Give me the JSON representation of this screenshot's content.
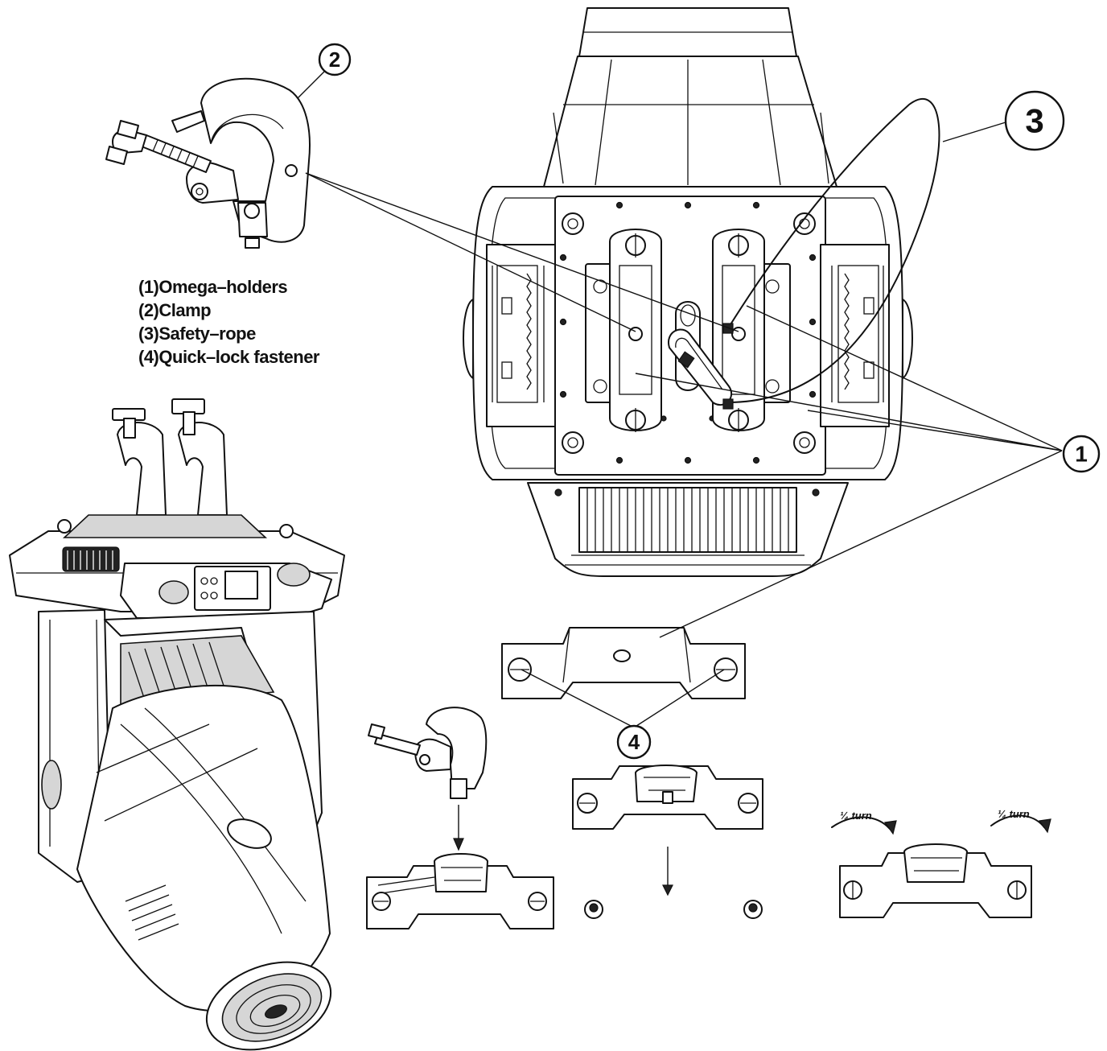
{
  "legend": {
    "items": [
      {
        "text": "(1)Omega–holders"
      },
      {
        "text": "(2)Clamp"
      },
      {
        "text": "(3)Safety–rope"
      },
      {
        "text": "(4)Quick–lock fastener"
      }
    ]
  },
  "callouts": {
    "omega_holders": "1",
    "clamp": "2",
    "safety_rope": "3",
    "quick_lock": "4"
  },
  "turn_labels": {
    "left": "¼ turn",
    "right": "¼ turn"
  },
  "colors": {
    "line": "#111111",
    "background": "#ffffff",
    "shade": "#d6d6d6"
  }
}
